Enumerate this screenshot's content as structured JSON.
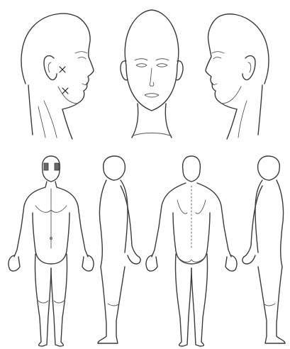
{
  "diagram": {
    "type": "body-chart",
    "colors": {
      "background": "#ffffff",
      "line": "#3a3a3a",
      "mark": "#222222"
    },
    "views": [
      {
        "id": "head-right-profile",
        "region": "head",
        "orientation": "right-lateral"
      },
      {
        "id": "head-front",
        "region": "head",
        "orientation": "anterior"
      },
      {
        "id": "head-left-profile",
        "region": "head",
        "orientation": "left-lateral"
      },
      {
        "id": "body-front",
        "region": "full-body",
        "orientation": "anterior"
      },
      {
        "id": "body-right-side",
        "region": "full-body",
        "orientation": "right-lateral"
      },
      {
        "id": "body-back",
        "region": "full-body",
        "orientation": "posterior"
      },
      {
        "id": "body-left-side",
        "region": "full-body",
        "orientation": "left-lateral"
      }
    ],
    "marks": [
      {
        "view": "head-right-profile",
        "glyph": "x",
        "count": 2
      }
    ]
  }
}
